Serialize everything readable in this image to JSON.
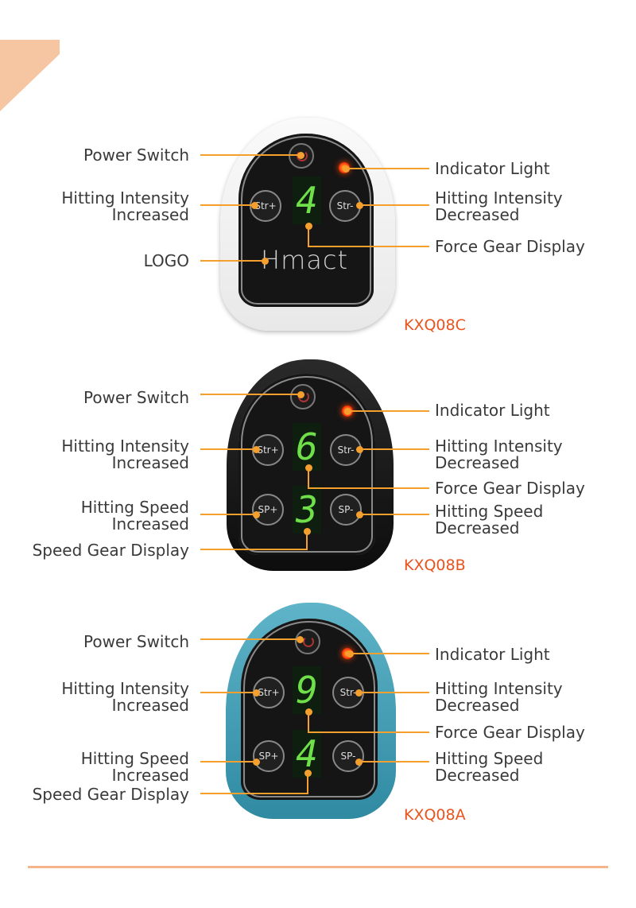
{
  "colors": {
    "accent": "#F5A02E",
    "model": "#E8541E",
    "decor": "#F6C5A1"
  },
  "devices": [
    {
      "model": "KXQ08C",
      "digit_force": "4",
      "logo": "Hmact",
      "labels": {
        "power": "Power Switch",
        "indicator": "Indicator Light",
        "hi_inc_1": "Hitting Intensity",
        "hi_inc_2": "Increased",
        "hi_dec_1": "Hitting Intensity",
        "hi_dec_2": "Decreased",
        "force": "Force Gear Display",
        "logo": "LOGO"
      },
      "buttons": {
        "str_plus": "Str+",
        "str_minus": "Str-"
      }
    },
    {
      "model": "KXQ08B",
      "digit_force": "6",
      "digit_speed": "3",
      "labels": {
        "power": "Power Switch",
        "indicator": "Indicator Light",
        "hi_inc_1": "Hitting Intensity",
        "hi_inc_2": "Increased",
        "hi_dec_1": "Hitting Intensity",
        "hi_dec_2": "Decreased",
        "force": "Force Gear Display",
        "hs_inc_1": "Hitting Speed",
        "hs_inc_2": "Increased",
        "hs_dec_1": "Hitting Speed",
        "hs_dec_2": "Decreased",
        "speed": "Speed Gear Display"
      },
      "buttons": {
        "str_plus": "Str+",
        "str_minus": "Str-",
        "sp_plus": "SP+",
        "sp_minus": "SP-"
      }
    },
    {
      "model": "KXQ08A",
      "digit_force": "9",
      "digit_speed": "4",
      "labels": {
        "power": "Power Switch",
        "indicator": "Indicator Light",
        "hi_inc_1": "Hitting Intensity",
        "hi_inc_2": "Increased",
        "hi_dec_1": "Hitting Intensity",
        "hi_dec_2": "Decreased",
        "force": "Force Gear Display",
        "hs_inc_1": "Hitting Speed",
        "hs_inc_2": "Increased",
        "hs_dec_1": "Hitting Speed",
        "hs_dec_2": "Decreased",
        "speed": "Speed Gear Display"
      },
      "buttons": {
        "str_plus": "Str+",
        "str_minus": "Str-",
        "sp_plus": "SP+",
        "sp_minus": "SP-"
      }
    }
  ]
}
